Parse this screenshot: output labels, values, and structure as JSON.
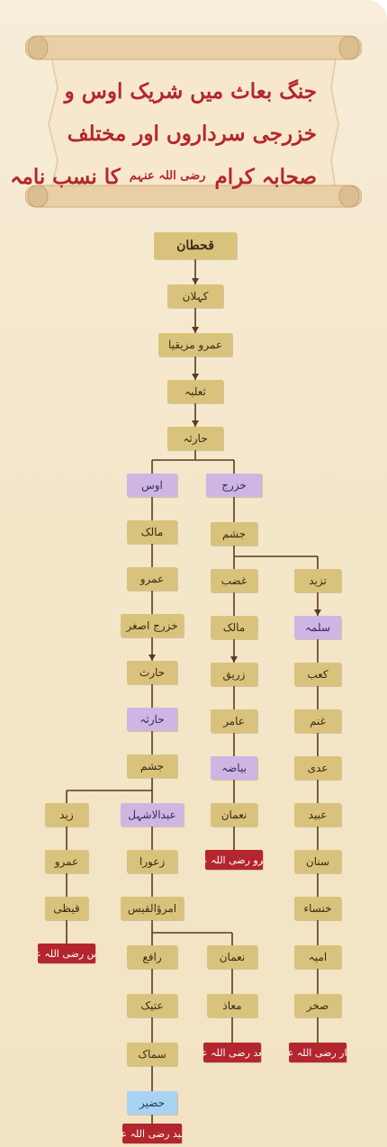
{
  "title": {
    "line1": "جنگ بعاث میں شریک اوس و",
    "line2": "خزرجی سرداروں اور مختلف",
    "line3": "صحابہ کرام",
    "line3_honorific": "رضی اللہ عنہم",
    "line3_end": "کا نسب نامہ"
  },
  "colors": {
    "background": "#f4e6c9",
    "name_box": "#d9c37c",
    "tribe_box": "#cdb6e4",
    "highlight_box": "#a9d3f3",
    "companion_box": "#b3262d",
    "connector": "#5b3a1e",
    "title_text": "#b3272b"
  },
  "tree": {
    "root": "قحطان",
    "trunk": [
      "کہلان",
      "عمرو مزیقیا",
      "ثعلبہ",
      "حارثہ"
    ],
    "aws": {
      "name": "اوس",
      "line": [
        "مالک",
        "عمرو",
        "خزرج اصغر",
        "حارث",
        "حارثہ",
        "جشم"
      ],
      "branch_left": {
        "line": [
          "زید",
          "عمرو",
          "قیظی"
        ],
        "companion": "اوس رضی اللہ عنہ"
      },
      "branch_center": {
        "name": "عبدالاشہل",
        "line": [
          "زعورا",
          "امرؤالقیس"
        ],
        "branch_rafi": {
          "line": [
            "رافع",
            "عتیک",
            "سماک"
          ],
          "highlight": "حضیر",
          "companion": "اسید رضی اللہ عنہ"
        },
        "branch_numan": {
          "line": [
            "نعمان",
            "معاذ"
          ],
          "companion": "سعد رضی اللہ عنہ"
        }
      }
    },
    "khazraj": {
      "name": "خزرج",
      "line": [
        "جشم"
      ],
      "branch_ghadab": {
        "line": [
          "غضب",
          "مالک",
          "زریق",
          "عامر"
        ],
        "sub_tribe": "بیاضہ",
        "line2": [
          "نعمان"
        ],
        "companion": "عمرو رضی اللہ عنہ"
      },
      "branch_tazid": {
        "name": "تزید",
        "sub_tribe": "سلمہ",
        "line": [
          "کعب",
          "غنم",
          "عدی",
          "عبید",
          "سنان",
          "خنساء",
          "امیہ",
          "صخر"
        ],
        "companion": "جبار رضی اللہ عنہ"
      }
    }
  }
}
